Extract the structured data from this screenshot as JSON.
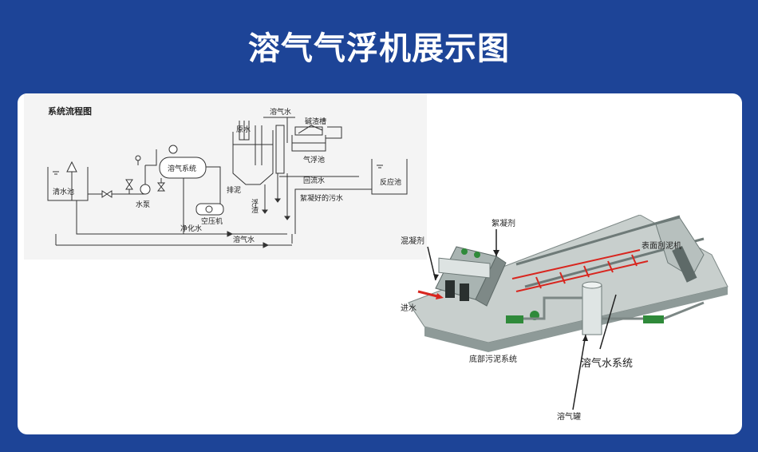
{
  "page": {
    "title": "溶气气浮机展示图"
  },
  "flow": {
    "heading": "系统流程图",
    "clear_tank": "清水池",
    "pump": "水泵",
    "vessel": "溶气系统",
    "compressor": "空压机",
    "raw_water": "原水",
    "sludge_out": "排泥",
    "scum": "浮渣",
    "dissolved_water_top": "溶气水",
    "slag_tank": "碱渣槽",
    "flot_tank": "气浮池",
    "return_water": "回流水",
    "flocked": "絮凝好的污水",
    "reaction_tank": "反应池",
    "clean_water": "净化水",
    "dissolved_water_bottom": "溶气水"
  },
  "plant": {
    "coagulant": "混凝剂",
    "flocculant": "絮凝剂",
    "skimmer": "表面刮泥机",
    "inlet": "进水",
    "bottom_sludge": "底部污泥系统",
    "dissolved_system": "溶气水系统",
    "dissolved_tank": "溶气罐"
  },
  "colors": {
    "background": "#1d4497",
    "card": "#ffffff",
    "accent_red": "#d8261f"
  }
}
